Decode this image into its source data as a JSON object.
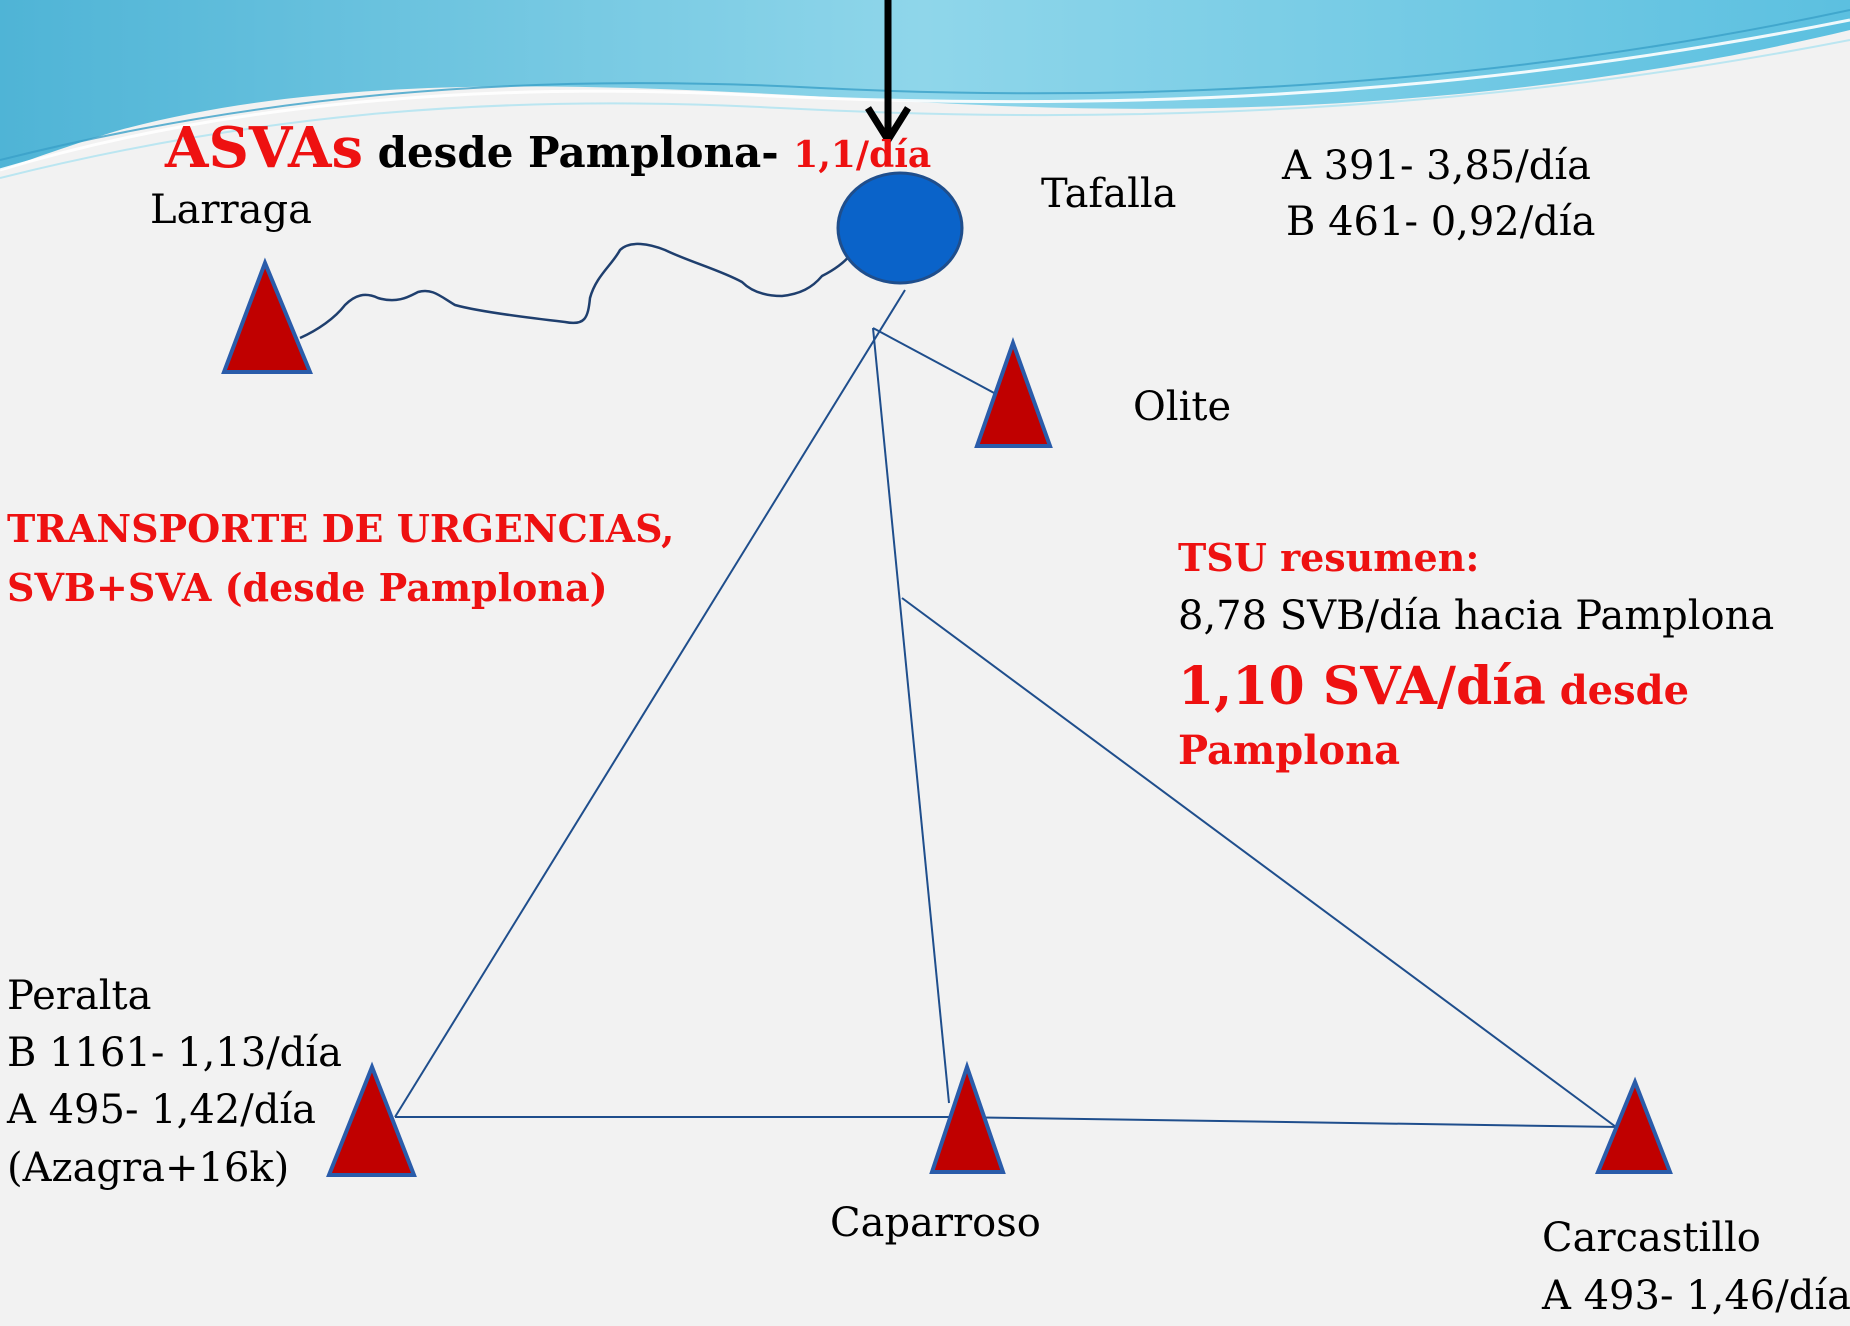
{
  "title": {
    "asvas": "ASVAs",
    "desde": " desde Pamplona- ",
    "rate": "1,1/día"
  },
  "places": {
    "larraga": "Larraga",
    "tafalla": "Tafalla",
    "olite": "Olite",
    "peralta": "Peralta",
    "caparroso": "Caparroso",
    "carcastillo": "Carcastillo"
  },
  "tafalla_stats": [
    "A 391- 3,85/día",
    "B 461- 0,92/día"
  ],
  "peralta_stats": [
    "B 1161- 1,13/día",
    "A 495- 1,42/día",
    "(Azagra+16k)"
  ],
  "carcastillo_stats": [
    "A 493- 1,46/día"
  ],
  "transporte": [
    "TRANSPORTE DE URGENCIAS,",
    "SVB+SVA (desde Pamplona)"
  ],
  "tsu": {
    "heading": "TSU resumen:",
    "line1": "8,78 SVB/día hacia Pamplona",
    "big": "1,10 SVA/día",
    "desde": " desde",
    "pamplona": "Pamplona"
  },
  "colors": {
    "node_circle": "#0a63c9",
    "triangle_fill": "#c00000",
    "triangle_stroke": "#2a5caa",
    "link": "#1f4e8c",
    "accent_red": "#ee1111",
    "wave_blue": "#6cc6e0"
  }
}
